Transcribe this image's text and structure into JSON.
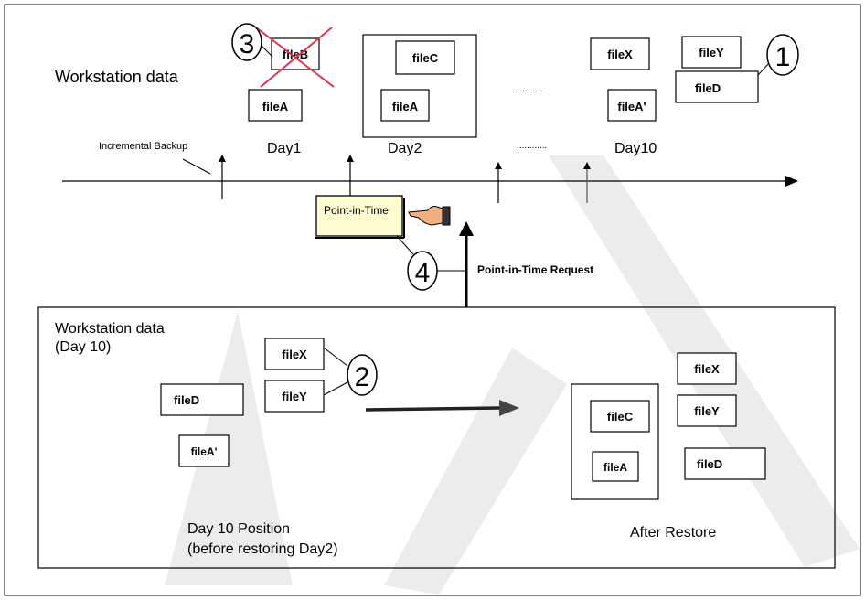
{
  "top": {
    "title": "Workstation data",
    "files": {
      "fileB": "fileB",
      "fileA_day1": "fileA",
      "fileC": "fileC",
      "fileA_day2": "fileA",
      "fileX": "fileX",
      "fileY": "fileY",
      "fileD": "fileD",
      "fileA_prime": "fileA'"
    },
    "dots": "............",
    "incremental_backup": "Incremental Backup",
    "day1": "Day1",
    "day2": "Day2",
    "day10": "Day10"
  },
  "callouts": {
    "one": "1",
    "two": "2",
    "three": "3",
    "four": "4"
  },
  "point_in_time_label": "Point-in-Time",
  "point_in_time_request": "Point-in-Time Request",
  "bottom": {
    "title": "Workstation data",
    "subtitle": "(Day 10)",
    "files": {
      "fileX": "fileX",
      "fileY": "fileY",
      "fileD": "fileD",
      "fileA_prime": "fileA'"
    },
    "restored": {
      "fileC": "fileC",
      "fileA": "fileA",
      "fileX": "fileX",
      "fileY": "fileY",
      "fileD": "fileD"
    },
    "position_line1": "Day 10 Position",
    "position_line2": "(before restoring Day2)",
    "after_restore": "After Restore"
  },
  "colors": {
    "cross": "#e0334d",
    "note_fill": "#fffcd2",
    "hand_skin": "#f0b080",
    "watermark": "#e8e8e8",
    "grey_arrow": "#555555"
  }
}
